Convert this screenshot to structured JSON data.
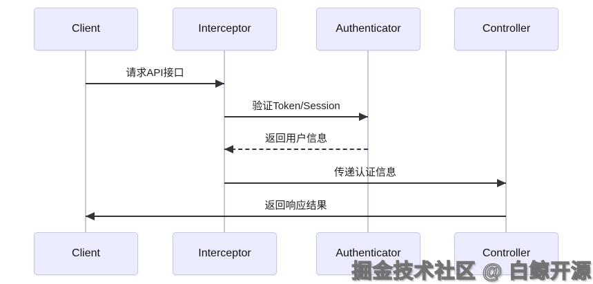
{
  "diagram": {
    "type": "sequence",
    "participants": [
      {
        "name": "Client"
      },
      {
        "name": "Interceptor"
      },
      {
        "name": "Authenticator"
      },
      {
        "name": "Controller"
      }
    ],
    "messages": [
      {
        "from": "Client",
        "to": "Interceptor",
        "label": "请求API接口",
        "line": "solid",
        "arrow": "right"
      },
      {
        "from": "Interceptor",
        "to": "Authenticator",
        "label": "验证Token/Session",
        "line": "solid",
        "arrow": "right"
      },
      {
        "from": "Authenticator",
        "to": "Interceptor",
        "label": "返回用户信息",
        "line": "dashed",
        "arrow": "left"
      },
      {
        "from": "Interceptor",
        "to": "Controller",
        "label": "传递认证信息",
        "line": "solid",
        "arrow": "right"
      },
      {
        "from": "Controller",
        "to": "Client",
        "label": "返回响应结果",
        "line": "solid",
        "arrow": "left"
      }
    ]
  },
  "watermark": {
    "text": "掘金技术社区 @ 白鲸开源"
  },
  "colors": {
    "actor_fill": "#ECECFF",
    "actor_border": "#C9C9E4",
    "lifeline": "#C8C8DC",
    "arrow": "#333333",
    "background": "#FFFFFF"
  }
}
